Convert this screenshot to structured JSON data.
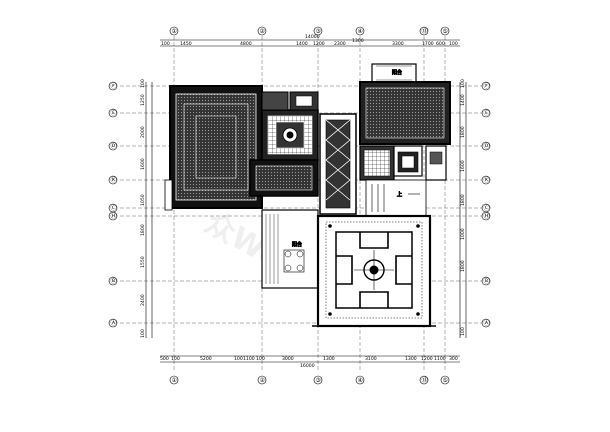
{
  "top_dims": {
    "total": "14000",
    "row2": [
      "100",
      "1450",
      "4800",
      "1400",
      "1200",
      "2300",
      "1300",
      "3300",
      "1700",
      "600",
      "100"
    ]
  },
  "bottom_dims": {
    "row1": [
      "500",
      "100",
      "5200",
      "100",
      "1100",
      "100",
      "3000",
      "1300",
      "3100",
      "1300",
      "1200",
      "1100",
      "300"
    ],
    "total": "16000"
  },
  "left_dims": [
    "100",
    "1250",
    "2000",
    "1600",
    "1050",
    "1800",
    "1550",
    "2400",
    "100"
  ],
  "right_dims": [
    "100",
    "1400",
    "1800",
    "1600",
    "1800",
    "1000",
    "1800",
    "100"
  ],
  "axes_top": [
    "①",
    "②",
    "③",
    "④",
    "⑬",
    "⑤"
  ],
  "axes_bottom": [
    "①",
    "②",
    "③",
    "④",
    "⑬",
    "⑤"
  ],
  "axes_left": [
    "Ⓕ",
    "Ⓔ",
    "Ⓓ",
    "Ⓚ",
    "Ⓒ",
    "Ⓗ",
    "Ⓑ",
    "Ⓐ"
  ],
  "axes_right": [
    "Ⓕ",
    "Ⓔ",
    "Ⓓ",
    "Ⓚ",
    "Ⓒ",
    "Ⓗ",
    "Ⓑ",
    "Ⓐ"
  ],
  "rooms": {
    "balcony_top": "阳台",
    "terrace": "阳台",
    "stair_label": "上"
  },
  "watermark": "众Wo",
  "colors": {
    "line": "#000000",
    "hatch": "#444444"
  }
}
